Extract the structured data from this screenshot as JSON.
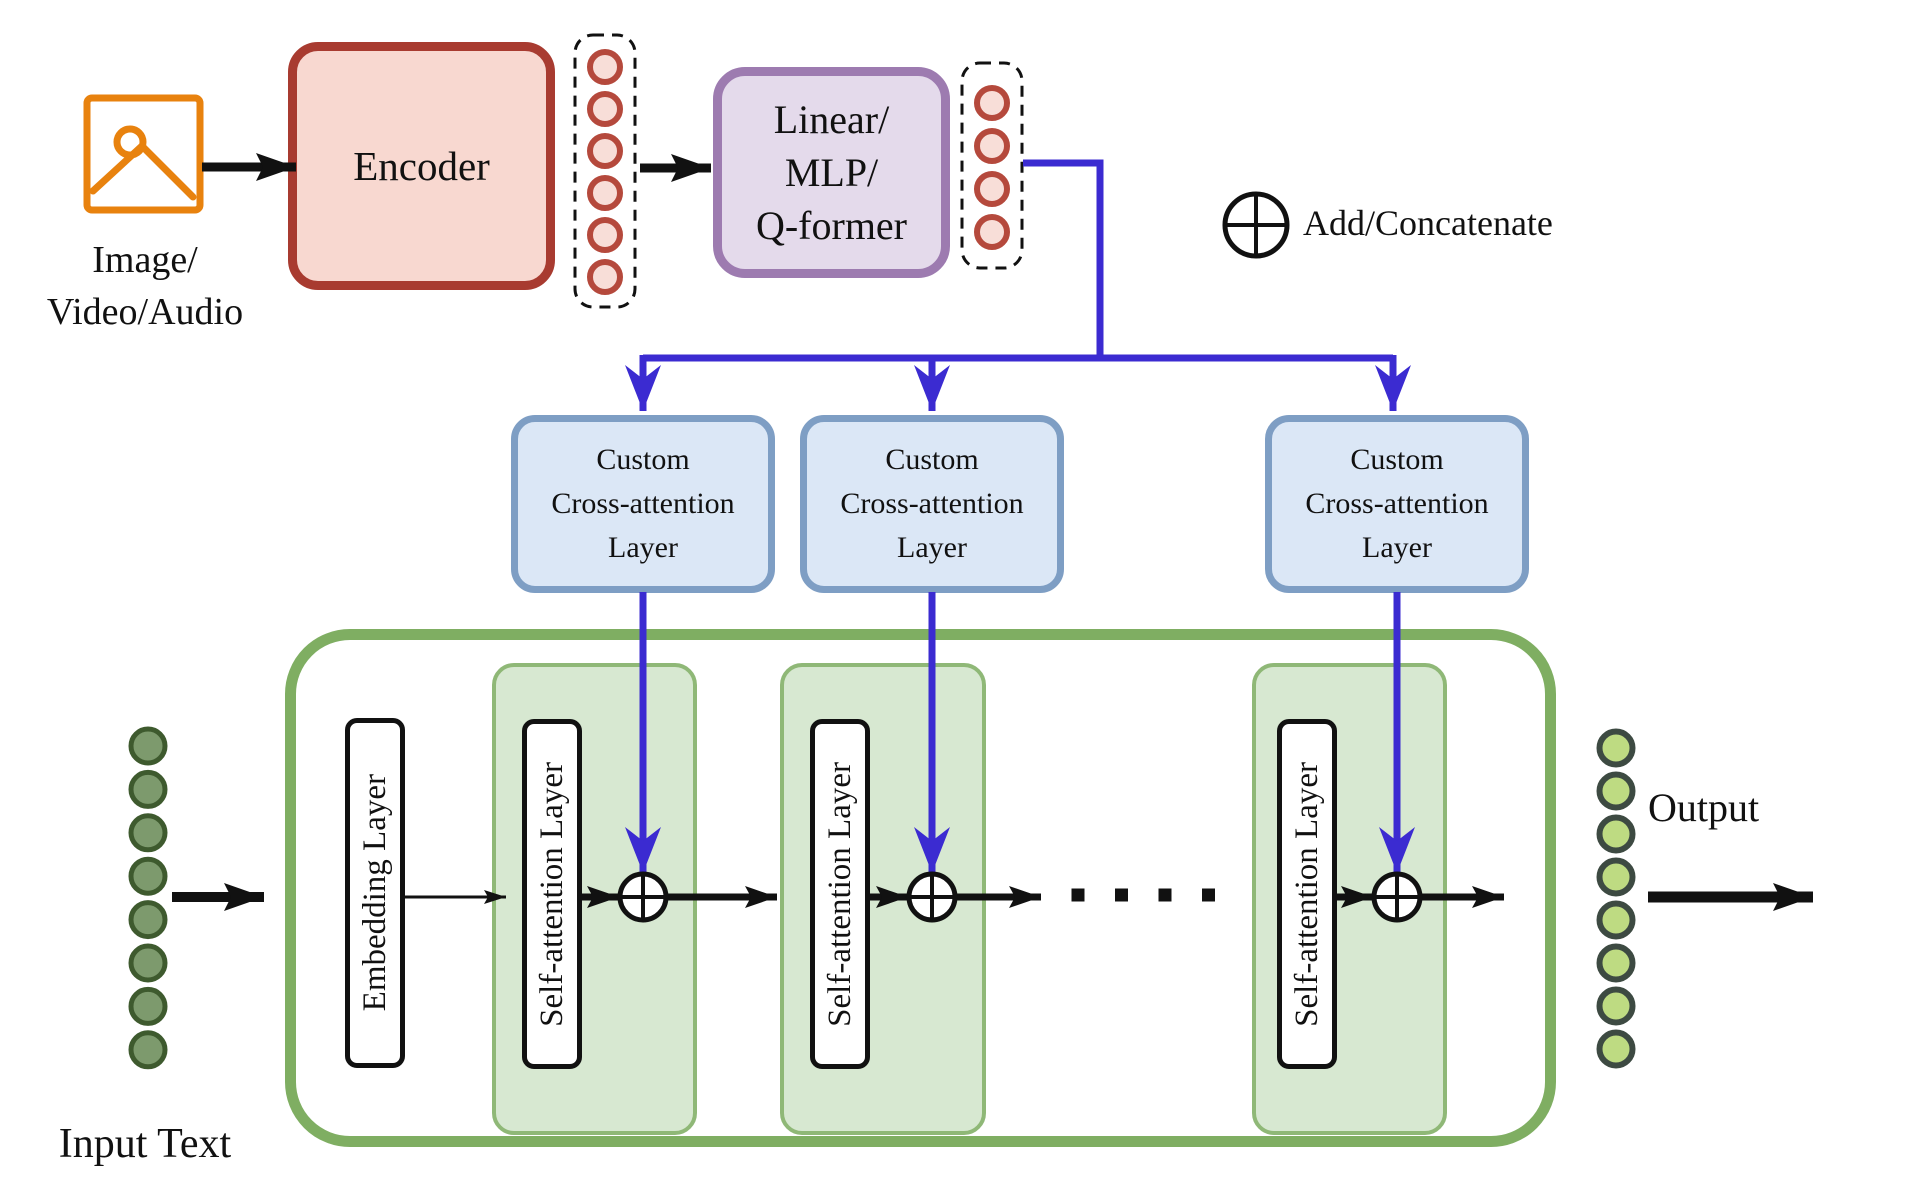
{
  "source": {
    "line1": "Image/",
    "line2": "Video/Audio"
  },
  "encoder": {
    "label": "Encoder"
  },
  "projector": {
    "line1": "Linear/",
    "line2": "MLP/",
    "line3": "Q-former"
  },
  "legend": {
    "label": "Add/Concatenate"
  },
  "cross_attention": {
    "line1": "Custom",
    "line2": "Cross-attention",
    "line3": "Layer",
    "count": 3
  },
  "llm": {
    "embedding_label": "Embedding Layer",
    "self_attention_label": "Self-attention Layer",
    "self_attention_count": 3
  },
  "io": {
    "input_label": "Input Text",
    "output_label": "Output"
  },
  "tokens": {
    "encoder_output_count": 6,
    "projector_output_count": 4,
    "input_text_count": 8,
    "output_count": 8,
    "ellipsis_dot_count": 4
  },
  "colors": {
    "encoder_fill": "#f8d8d0",
    "encoder_border": "#a83b30",
    "token_fill": "#f8ded8",
    "token_border": "#b5493c",
    "projector_fill": "#e4daeb",
    "projector_border": "#9d7bb0",
    "cross_attention_fill": "#dbe7f6",
    "cross_attention_border": "#7e9ec4",
    "blue_connector": "#3b2bd1",
    "llm_border": "#7fae62",
    "sub_block_fill": "#d7e8d1",
    "sub_block_border": "#8fb877",
    "input_token_fill": "#7d9a6d",
    "input_token_border": "#3e5a2e",
    "output_token_fill": "#bedb82",
    "output_token_border": "#3d4a42",
    "media_icon_orange": "#e8820e"
  }
}
